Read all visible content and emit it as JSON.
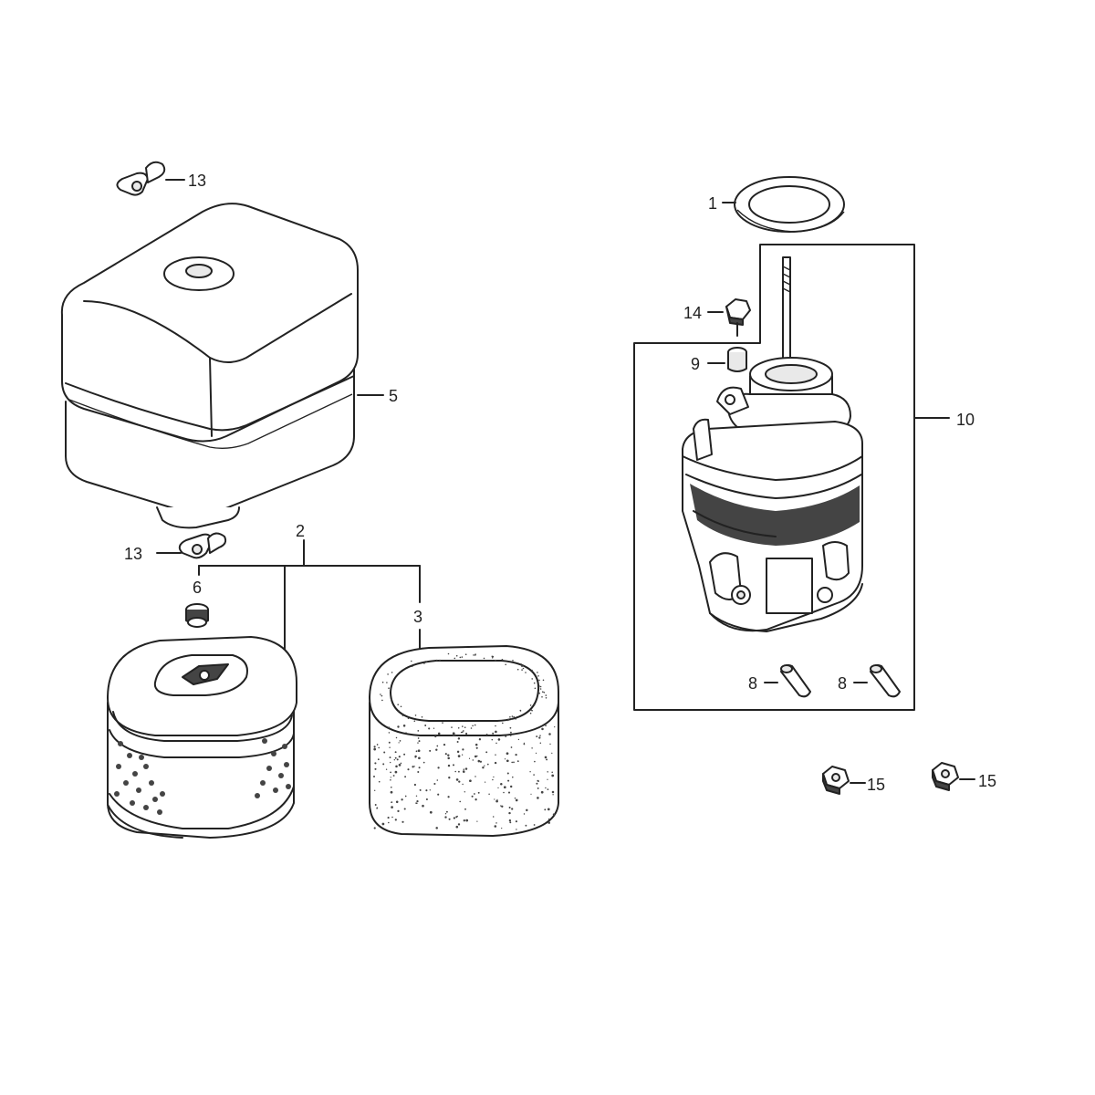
{
  "callouts": {
    "c1": "1",
    "c2": "2",
    "c3": "3",
    "c5": "5",
    "c6": "6",
    "c8a": "8",
    "c8b": "8",
    "c9": "9",
    "c10": "10",
    "c13a": "13",
    "c13b": "13",
    "c14": "14",
    "c15a": "15",
    "c15b": "15"
  }
}
